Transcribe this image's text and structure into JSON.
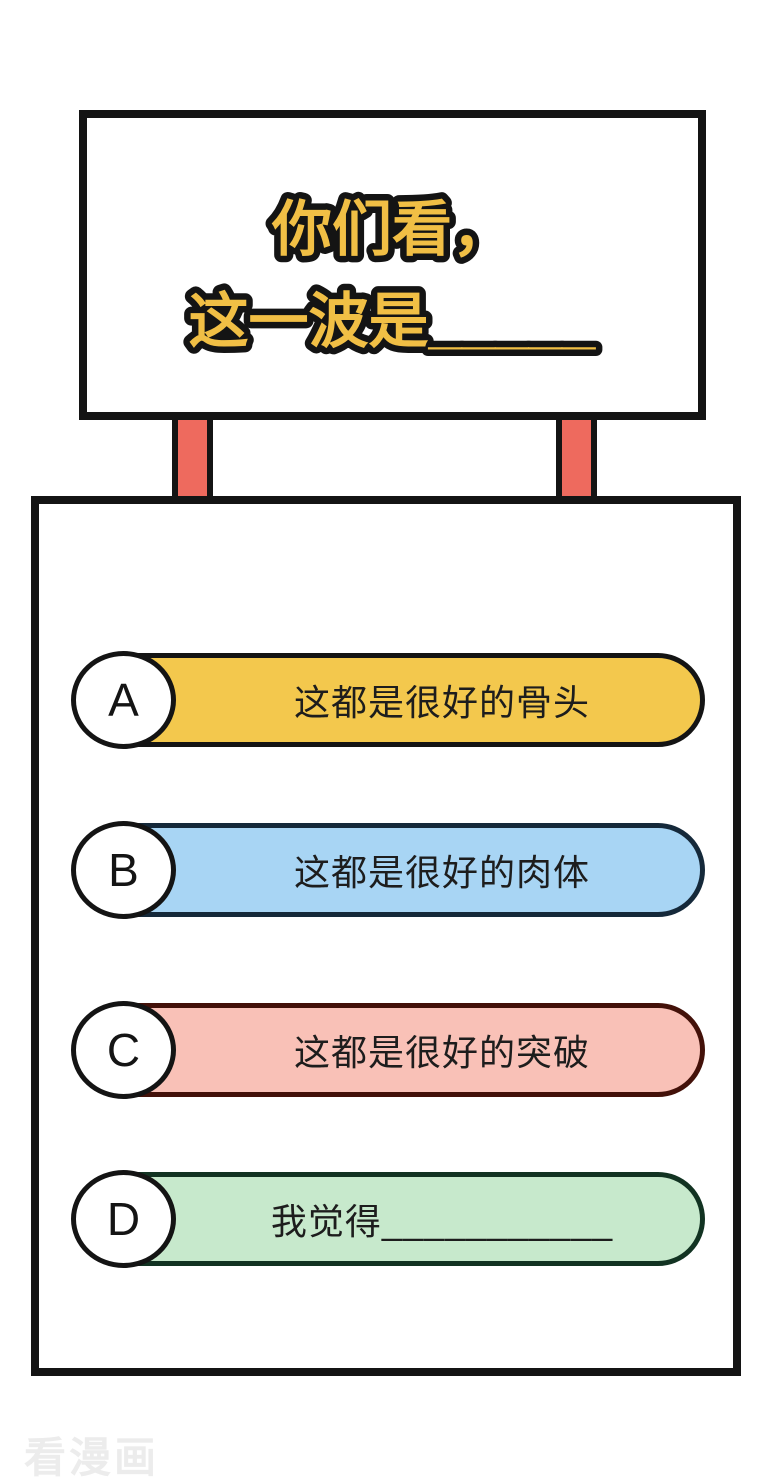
{
  "sign": {
    "title_line1": "你们看，",
    "title_line2": "这一波是_____"
  },
  "quiz": {
    "options": [
      {
        "letter": "A",
        "text": "这都是很好的骨头",
        "fill": "#f3c84d",
        "border": "#141414"
      },
      {
        "letter": "B",
        "text": "这都是很好的肉体",
        "fill": "#a8d5f4",
        "border": "#15293a"
      },
      {
        "letter": "C",
        "text": "这都是很好的突破",
        "fill": "#f9c1b7",
        "border": "#431109"
      },
      {
        "letter": "D",
        "text": "我觉得___________",
        "fill": "#c7e9cc",
        "border": "#123322"
      }
    ]
  },
  "watermark": {
    "text": "看漫画",
    "color": "#ececec"
  },
  "colors": {
    "title_fill": "#f1bf45",
    "title_outline": "#141414",
    "line_black": "#141414",
    "post_red": "#ee6a5e",
    "background": "#ffffff"
  }
}
